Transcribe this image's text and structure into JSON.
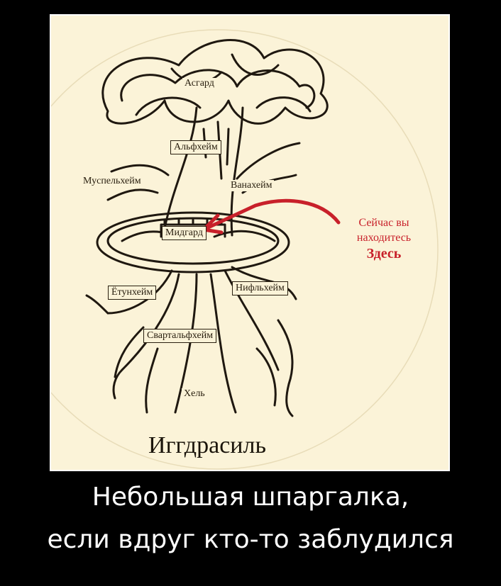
{
  "illustration": {
    "title": "Иггдрасиль",
    "realms": {
      "asgard": "Асгард",
      "alfheim": "Альфхейм",
      "muspelheim": "Муспельхейм",
      "vanaheim": "Ванахейм",
      "midgard": "Мидгард",
      "jotunheim": "Ётунхейм",
      "niflheim": "Нифльхейм",
      "svartalfheim": "Свартальфхейм",
      "hel": "Хель"
    },
    "pointer": {
      "line1": "Сейчас вы",
      "line2": "находитесь",
      "line3": "Здесь"
    },
    "colors": {
      "parchment": "#fbf3d8",
      "ink": "#2a2010",
      "arrow": "#c8202a"
    }
  },
  "caption": {
    "line1": "Небольшая шпаргалка,",
    "line2": "если вдруг кто-то заблудился"
  }
}
